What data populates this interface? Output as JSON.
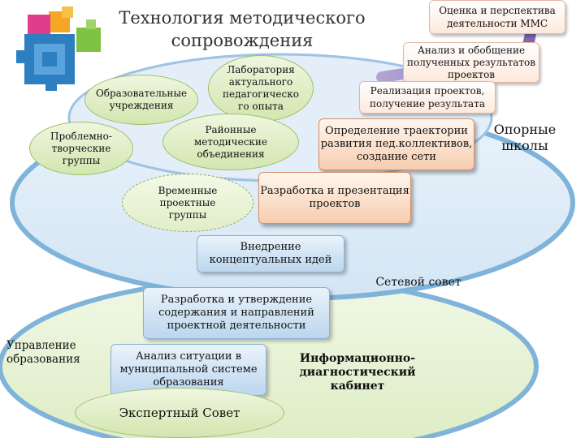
{
  "title": "Технология методического сопровождения",
  "colors": {
    "accent_blue": "#2e7fc0",
    "oval_green": "#9fbf6a",
    "peach": "#f7cdb0",
    "arrow_violet": "#8d73b8"
  },
  "icons": [
    "puzzle-cubes-logo-icon",
    "curved-arrow-icon"
  ],
  "nodes": {
    "ocenka": "Оценка и перспектива деятельности ММС",
    "analiz_obobshenie": "Анализ и обобщение полученных результатов проектов",
    "realizaciya": "Реализация проектов, получение результата",
    "opornye_shkoly": "Опорные школы",
    "laboratoriya": "Лаборатория актуального педагогическо го опыта",
    "obrazovatelnye": "Образовательные учреждения",
    "problemno": "Проблемно-творческие группы",
    "rayonnye": "Районные методические объединения",
    "opredelenie": "Определение траектории развития пед.коллективов, создание сети",
    "vremennye": "Временные проектные группы",
    "razrabotka_prezentaciya": "Разработка и презентация проектов",
    "vnedrenie": "Внедрение концептуальных идей",
    "setevoy_sovet": "Сетевой совет",
    "razrabotka_utverzhdenie": "Разработка и утверждение содержания и направлений проектной деятельности",
    "upravlenie": "Управление образования",
    "analiz_situacii": "Анализ ситуации в муниципальной системе образования",
    "informacionno": "Информационно-диагностический кабинет",
    "ekspertnyy_sovet": "Экспертный Совет"
  }
}
